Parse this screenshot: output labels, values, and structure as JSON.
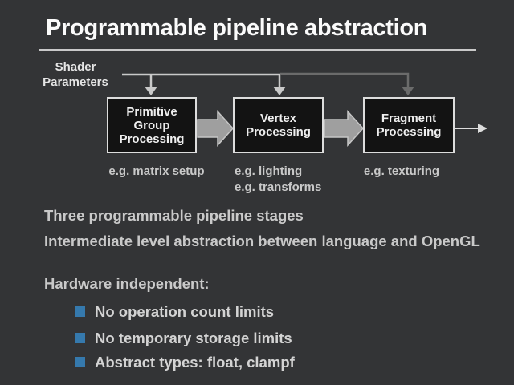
{
  "slide": {
    "title": "Programmable pipeline abstraction"
  },
  "diagram": {
    "input_label": {
      "line1": "Shader",
      "line2": "Parameters"
    },
    "boxes": [
      {
        "lines": [
          "Primitive",
          "Group",
          "Processing"
        ],
        "caption": "e.g. matrix setup"
      },
      {
        "lines": [
          "Vertex",
          "Processing"
        ],
        "caption_lines": [
          "e.g. lighting",
          "e.g. transforms"
        ]
      },
      {
        "lines": [
          "Fragment",
          "Processing"
        ],
        "caption": "e.g. texturing"
      }
    ]
  },
  "body": {
    "paragraphs": [
      "Three programmable pipeline stages",
      "Intermediate level abstraction between language and OpenGL",
      "Hardware independent:"
    ],
    "bullets": [
      "No operation count limits",
      "No temporary storage limits",
      "Abstract types: float, clampf"
    ]
  },
  "colors": {
    "background": "#333436",
    "title": "#fbfbfb",
    "rule": "#c9c9c9",
    "connector_light": "#c9c9c9",
    "connector_dark": "#6b6b6b",
    "block_arrow": "#9f9f9f",
    "block_arrow_edge": "#c6c6c6",
    "box_fill": "#131313",
    "box_border": "#dddddd",
    "box_text": "#efefef",
    "body_text": "#c9c9c9",
    "bullet_square": "#3579ad",
    "bullet_text": "#d3d3d3",
    "label_text": "#e5e5e5"
  }
}
